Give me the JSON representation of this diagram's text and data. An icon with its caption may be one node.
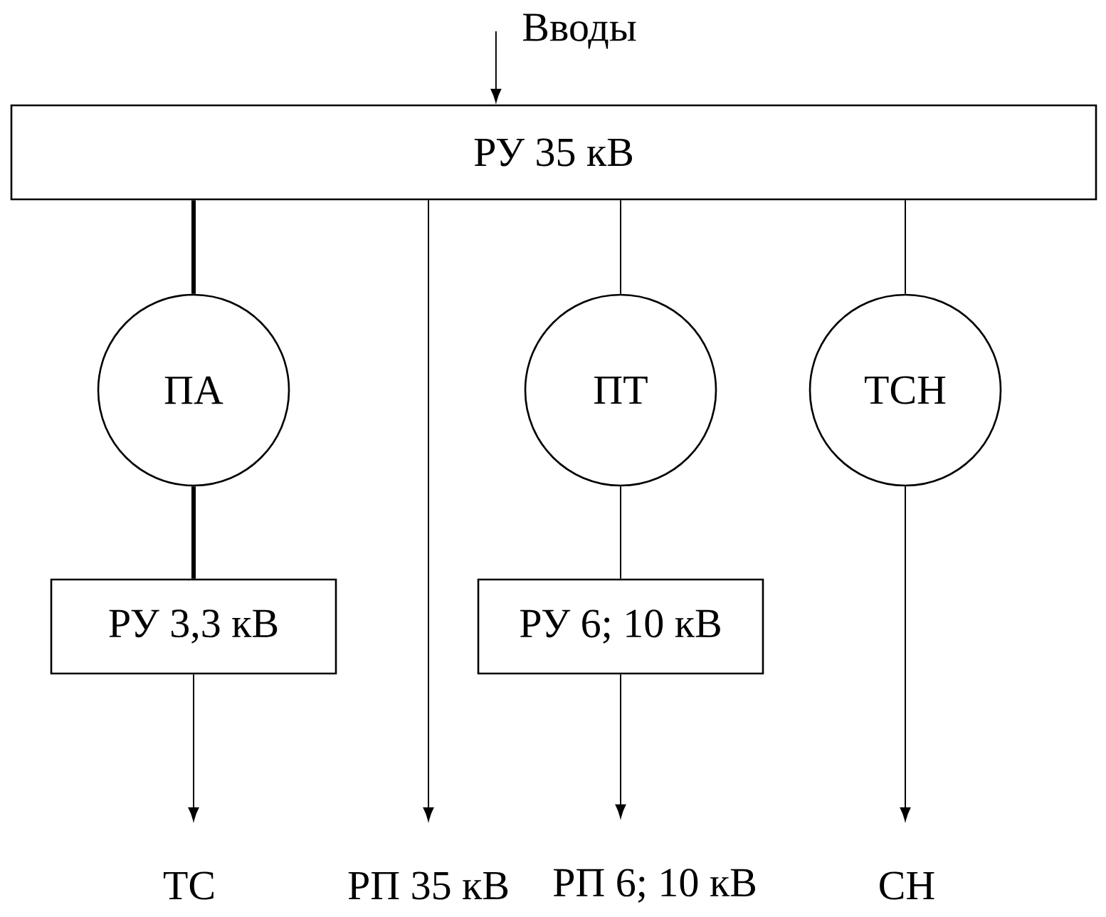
{
  "diagram": {
    "nodes": [
      {
        "text": [
          "Вводы"
        ]
      },
      {
        "text": [
          "РУ 35 кВ"
        ]
      },
      {
        "text": [
          "ПА"
        ]
      },
      {
        "text": [
          "ПТ"
        ]
      },
      {
        "text": [
          "ТСН"
        ]
      },
      {
        "text": [
          "РУ 3,3 кВ"
        ]
      },
      {
        "text": [
          "РУ 6; 10 кВ"
        ]
      },
      {
        "text": [
          "ТС"
        ]
      },
      {
        "text": [
          "РП 35 кВ"
        ]
      },
      {
        "text": [
          "РП 6; 10 кВ"
        ]
      },
      {
        "text": [
          "СН"
        ]
      }
    ],
    "edges": [
      {
        "from": 0,
        "to": 1,
        "arrow": "to"
      },
      {
        "from": 1,
        "to": 2,
        "arrow": "none",
        "style": "thick"
      },
      {
        "from": 1,
        "to": 8,
        "arrow": "to"
      },
      {
        "from": 1,
        "to": 3,
        "arrow": "none"
      },
      {
        "from": 1,
        "to": 4,
        "arrow": "none"
      },
      {
        "from": 2,
        "to": 5,
        "arrow": "none",
        "style": "thick"
      },
      {
        "from": 3,
        "to": 6,
        "arrow": "none"
      },
      {
        "from": 5,
        "to": 7,
        "arrow": "to"
      },
      {
        "from": 6,
        "to": 9,
        "arrow": "to"
      },
      {
        "from": 4,
        "to": 10,
        "arrow": "to"
      }
    ]
  }
}
